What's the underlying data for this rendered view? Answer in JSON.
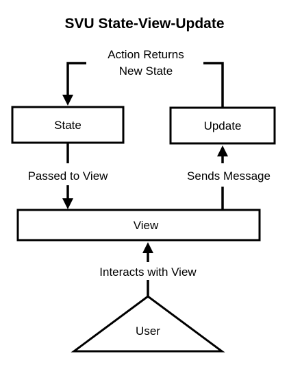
{
  "title": "SVU State-View-Update",
  "nodes": {
    "state": "State",
    "update": "Update",
    "view": "View",
    "user": "User"
  },
  "edges": {
    "action_returns_line1": "Action Returns",
    "action_returns_line2": "New State",
    "passed_to_view": "Passed to View",
    "sends_message": "Sends Message",
    "interacts_with_view": "Interacts with View"
  },
  "colors": {
    "stroke": "#000000",
    "background": "#ffffff"
  }
}
